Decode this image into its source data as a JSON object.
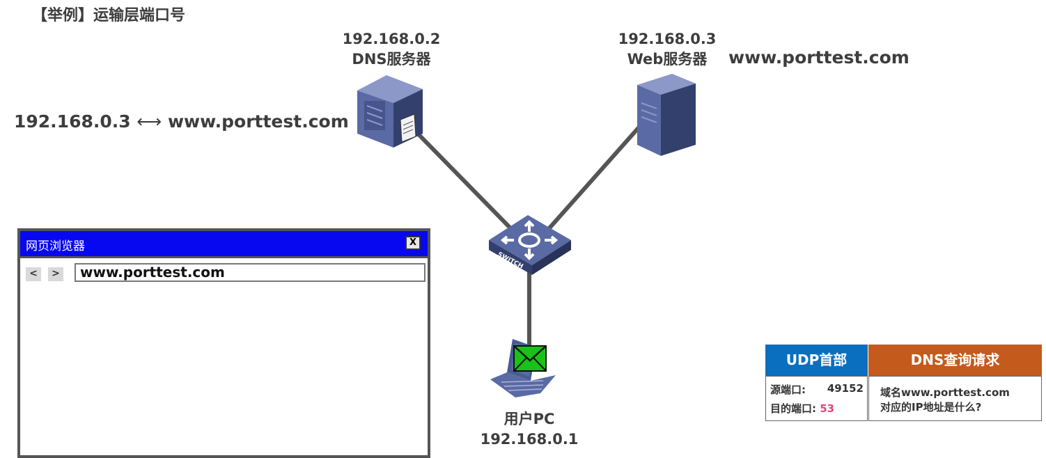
{
  "title": "【举例】运输层端口号",
  "dns_server": {
    "ip": "192.168.0.2",
    "name": "DNS服务器"
  },
  "web_server": {
    "ip": "192.168.0.3",
    "name": "Web服务器",
    "domain": "www.porttest.com"
  },
  "mapping": {
    "ip": "192.168.0.3",
    "arrow": "⟷",
    "domain": "www.porttest.com"
  },
  "switch": {
    "label": "SWITCH"
  },
  "user_pc": {
    "name": "用户PC",
    "ip": "192.168.0.1"
  },
  "browser": {
    "title": "网页浏览器",
    "close_label": "X",
    "back_label": "<",
    "forward_label": ">",
    "url": "www.porttest.com"
  },
  "packet": {
    "udp_header": "UDP首部",
    "dns_header": "DNS查询请求",
    "src_port_label": "源端口:",
    "src_port_value": "49152",
    "dst_port_label": "目的端口:",
    "dst_port_value": "53",
    "query_line1": "域名www.porttest.com",
    "query_line2": "对应的IP地址是什么?"
  },
  "colors": {
    "browser_bar": "#0707f0",
    "udp_header": "#0b6fc0",
    "dns_header": "#c45a1c",
    "device_blue": "#4a5a94",
    "envelope": "#19c219",
    "port_highlight": "#e0457b"
  }
}
